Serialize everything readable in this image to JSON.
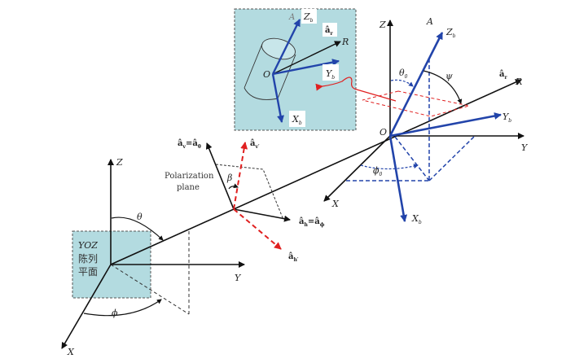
{
  "diagram": {
    "colors": {
      "panel_fill": "#b3dbe0",
      "axis": "#111111",
      "body_axis": "#2244aa",
      "polarization": "#e02020",
      "dash": "#333333"
    },
    "left_frame": {
      "axes": {
        "z": "Z",
        "y": "Y",
        "x": "X"
      },
      "angles": {
        "theta": "θ",
        "phi": "ϕ"
      },
      "array_plane": {
        "line1": "YOZ",
        "line2": "陈列",
        "line3": "平面"
      }
    },
    "polarization": {
      "plane_label_1": "Polarization",
      "plane_label_2": "plane",
      "beta": "β",
      "a_v_eq": "â",
      "a_v_sub": "v",
      "a_theta_sub": "θ",
      "a_h_sub": "h",
      "a_phi_sub": "ϕ",
      "a_vprime_sub": "v′",
      "a_hprime_sub": "h′",
      "a": "â",
      "eq": "="
    },
    "right_frame": {
      "origin": "O",
      "axes": {
        "z": "Z",
        "y": "Y",
        "x": "X",
        "r": "R",
        "a": "A"
      },
      "body_axes": {
        "zb": "Z",
        "yb": "Y",
        "xb": "X",
        "sub": "b"
      },
      "a_r": "â",
      "a_r_sub": "r",
      "angles": {
        "theta0": "θ",
        "phi0": "ϕ",
        "zero_sub": "0",
        "psi": "ψ"
      }
    },
    "inset": {
      "origin": "O",
      "a": "A",
      "r": "R",
      "zb": "Z",
      "yb": "Y",
      "xb": "X",
      "sub": "b",
      "a_r": "â",
      "a_r_sub": "r"
    }
  }
}
